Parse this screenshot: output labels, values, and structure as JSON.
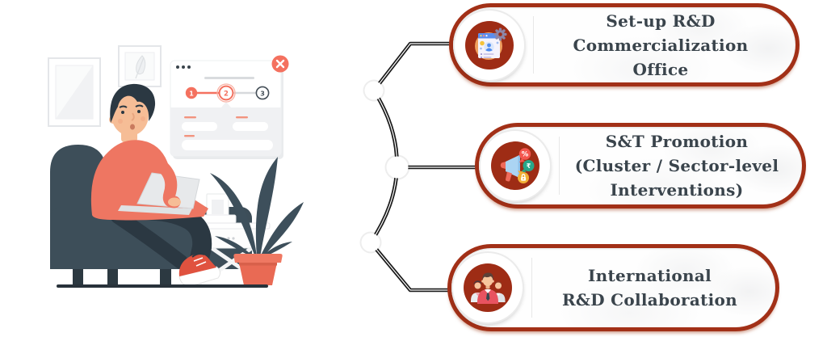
{
  "cards": [
    {
      "lines": [
        "Set-up R&D",
        "Commercialization",
        "Office"
      ],
      "icon": "rnd-commercialization-office-icon"
    },
    {
      "lines": [
        "S&T Promotion",
        "(Cluster / Sector-level",
        "Interventions)"
      ],
      "icon": "st-promotion-icon"
    },
    {
      "lines": [
        "International",
        "R&D Collaboration"
      ],
      "icon": "international-rnd-collaboration-icon"
    }
  ],
  "icon_glyphs": {
    "percent": "%",
    "rupee": "₹"
  },
  "illustration": {
    "stepper_labels": [
      "1",
      "2",
      "3"
    ]
  },
  "colors": {
    "card_border": "#a23017",
    "icon_disc": "#9e2c15",
    "card_text": "#3a444c",
    "connector": "#1a1a1a",
    "accent_coral": "#f4715f",
    "sweater": "#ee7662",
    "chair": "#3d4e59",
    "pot": "#e96a54"
  }
}
